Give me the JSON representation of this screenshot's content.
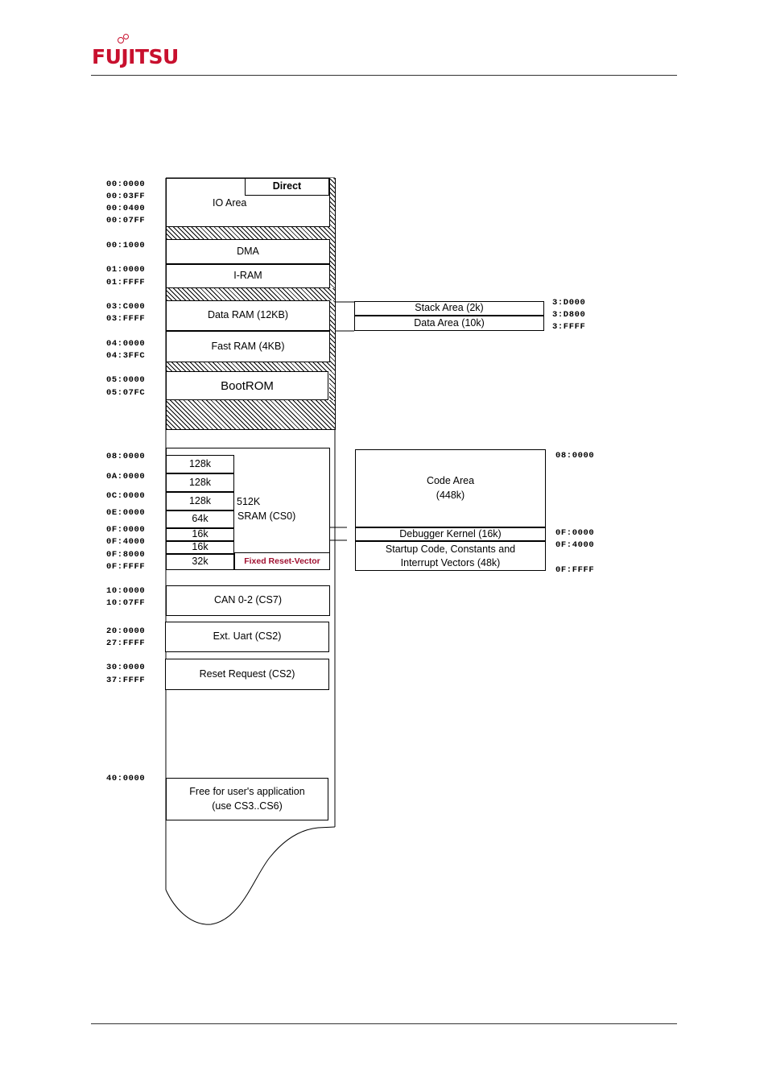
{
  "header": {
    "logo_text": "FUJITSU"
  },
  "memory_map": {
    "addresses": [
      "00:0000",
      "00:03FF",
      "00:0400",
      "00:07FF",
      "00:1000",
      "01:0000",
      "01:FFFF",
      "03:C000",
      "03:FFFF",
      "04:0000",
      "04:3FFC",
      "05:0000",
      "05:07FC",
      "08:0000",
      "0A:0000",
      "0C:0000",
      "0E:0000",
      "0F:0000",
      "0F:4000",
      "0F:8000",
      "0F:FFFF",
      "10:0000",
      "10:07FF",
      "20:0000",
      "27:FFFF",
      "30:0000",
      "37:FFFF",
      "40:0000"
    ],
    "io_area": "IO Area",
    "direct": "Direct",
    "dma": "DMA",
    "iram": "I-RAM",
    "data_ram": "Data RAM (12KB)",
    "fast_ram": "Fast RAM (4KB)",
    "bootrom": "BootROM",
    "sram_label_1": "512K",
    "sram_label_2": "SRAM (CS0)",
    "sram_blocks": [
      "128k",
      "128k",
      "128k",
      "64k",
      "16k",
      "16k",
      "32k"
    ],
    "fixed_reset_vector": "Fixed Reset-Vector",
    "can": "CAN 0-2 (CS7)",
    "ext_uart": "Ext. Uart (CS2)",
    "reset_request": "Reset Request (CS2)",
    "free_line1": "Free for user's application",
    "free_line2": "(use CS3..CS6)"
  },
  "data_ram_detail": {
    "stack_area": "Stack Area (2k)",
    "data_area": "Data Area (10k)",
    "addresses": [
      "3:D000",
      "3:D800",
      "3:FFFF"
    ]
  },
  "code_detail": {
    "code_area": "Code Area",
    "code_size": "(448k)",
    "debugger_kernel": "Debugger Kernel (16k)",
    "startup_line1": "Startup Code, Constants and",
    "startup_line2": "Interrupt Vectors (48k)",
    "addresses": [
      "08:0000",
      "0F:0000",
      "0F:4000",
      "0F:FFFF"
    ]
  }
}
